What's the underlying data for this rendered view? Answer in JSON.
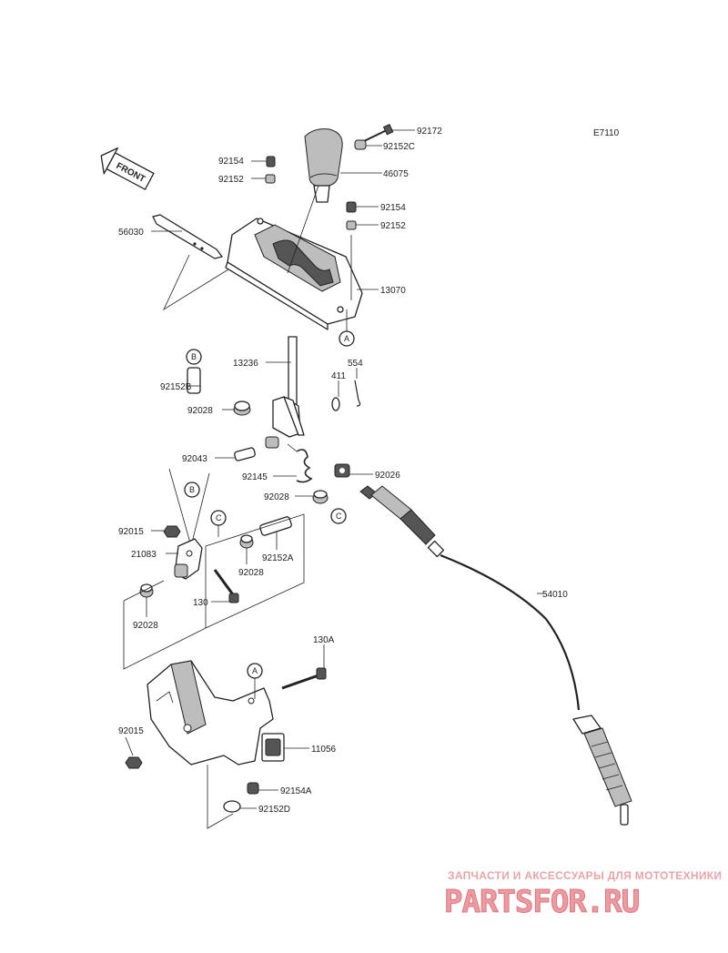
{
  "diagram_code": "E7110",
  "front_label": "FRONT",
  "ref_letters": {
    "a": "A",
    "b": "B",
    "c": "C"
  },
  "parts": {
    "p92172": "92172",
    "p92152C": "92152C",
    "p46075": "46075",
    "p92154_top": "92154",
    "p92152_top": "92152",
    "p92154_right": "92154",
    "p92152_right": "92152",
    "p56030": "56030",
    "p13070": "13070",
    "p13236": "13236",
    "p92152B": "92152B",
    "p411": "411",
    "p554": "554",
    "p92028_a": "92028",
    "p92043": "92043",
    "p92145": "92145",
    "p92026": "92026",
    "p92028_b": "92028",
    "p92015_a": "92015",
    "p21083": "21083",
    "p92152A": "92152A",
    "p92028_c": "92028",
    "p130": "130",
    "p54010": "54010",
    "p92028_d": "92028",
    "p130A": "130A",
    "p92015_b": "92015",
    "p11056": "11056",
    "p92154A": "92154A",
    "p92152D": "92152D"
  },
  "watermark": {
    "tagline": "ЗАПЧАСТИ И АКСЕССУАРЫ ДЛЯ МОТОТЕХНИКИ",
    "logo": "PARTSFOR.RU"
  }
}
